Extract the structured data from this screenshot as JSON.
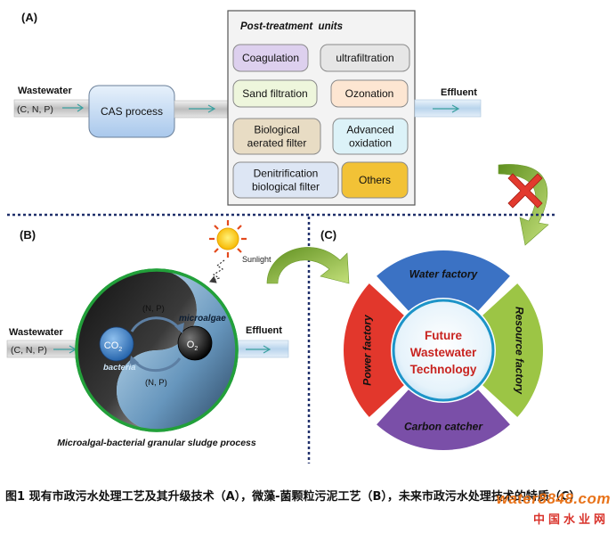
{
  "panel_a": {
    "label": "(A)",
    "wastewater_label": "Wastewater",
    "wastewater_sub": "(C, N, P)",
    "cas_process": "CAS process",
    "post_treatment_title": "Post-treatment  units",
    "effluent_label": "Effluent",
    "units": [
      {
        "lines": [
          "Coagulation"
        ],
        "fill": "#ddd0ee"
      },
      {
        "lines": [
          "ultrafiltration"
        ],
        "fill": "#e6e6e6"
      },
      {
        "lines": [
          "Sand filtration"
        ],
        "fill": "#eef6dc"
      },
      {
        "lines": [
          "Ozonation"
        ],
        "fill": "#fde6d2"
      },
      {
        "lines": [
          "Biological",
          "aerated filter"
        ],
        "fill": "#e8dcc4"
      },
      {
        "lines": [
          "Advanced",
          "oxidation"
        ],
        "fill": "#dcf2f8"
      },
      {
        "lines": [
          "Denitrification",
          "biological filter"
        ],
        "fill": "#dde6f4"
      },
      {
        "lines": [
          "Others"
        ],
        "fill": "#f2c236"
      }
    ]
  },
  "panel_b": {
    "label": "(B)",
    "sunlight_label": "Sunlight",
    "wastewater_label": "Wastewater",
    "wastewater_sub": "(C, N, P)",
    "effluent_label": "Effluent",
    "co2_label": "CO",
    "co2_sub": "2",
    "o2_label": "O",
    "o2_sub": "2",
    "np_top": "(N, P)",
    "np_bottom": "(N, P)",
    "microalgae_label": "microalgae",
    "bacteria_label": "bacteria",
    "process_caption": "Microalgal-bacterial granular sludge process"
  },
  "panel_c": {
    "label": "(C)",
    "center_lines": [
      "Future",
      "Wastewater",
      "Technology"
    ],
    "segments": [
      {
        "label": "Water factory",
        "color": "#3b72c4"
      },
      {
        "label": "Resource factory",
        "color": "#9cc545"
      },
      {
        "label": "Carbon catcher",
        "color": "#7a4fa8"
      },
      {
        "label": "Power factory",
        "color": "#e2372c"
      }
    ]
  },
  "colors": {
    "arrow_green": "#8ab83a",
    "cross_red": "#e23a2e",
    "divider": "#1f2f6a",
    "center_text": "#c8231f"
  },
  "caption": "图1 现有市政污水处理工艺及其升级技术（A），微藻-菌颗粒污泥工艺（B），未来市政污水处理技术的特质（C）",
  "watermark": {
    "top": "water8848.com",
    "bottom": "中国水业网"
  }
}
